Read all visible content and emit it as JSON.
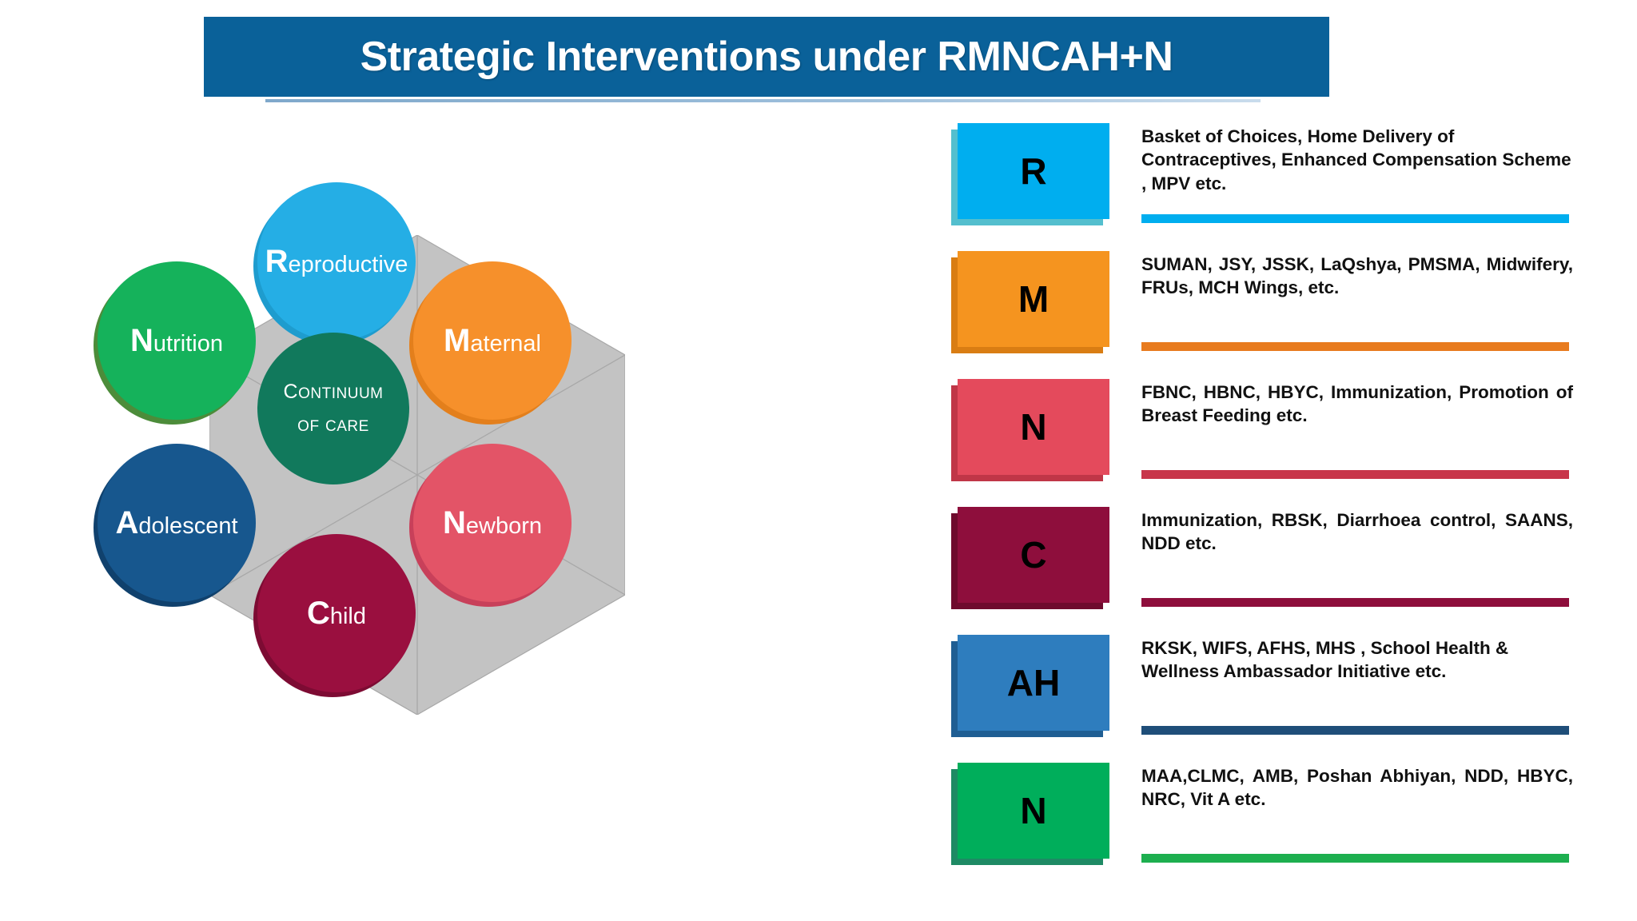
{
  "title": {
    "text": "Strategic Interventions under RMNCAH+N",
    "banner_color": "#0A6199"
  },
  "diagram": {
    "center": {
      "line1": "Continuum",
      "line2": "of care",
      "color": "#11795C"
    },
    "nodes": [
      {
        "id": "reproductive",
        "cap": "R",
        "rest": "eproductive",
        "color": "#25AEE5"
      },
      {
        "id": "maternal",
        "cap": "M",
        "rest": "aternal",
        "color": "#F6902B"
      },
      {
        "id": "newborn",
        "cap": "N",
        "rest": "ewborn",
        "color": "#E35467"
      },
      {
        "id": "child",
        "cap": "C",
        "rest": "hild",
        "color": "#9A0F3F"
      },
      {
        "id": "adolescent",
        "cap": "A",
        "rest": "dolescent",
        "color": "#17578E"
      },
      {
        "id": "nutrition",
        "cap": "N",
        "rest": "utrition",
        "color": "#15B25B"
      }
    ],
    "hex_fill": "#C3C3C3"
  },
  "legend": {
    "rows": [
      {
        "letter": "R",
        "text": "Basket of Choices, Home Delivery of Contraceptives, Enhanced Compensation Scheme , MPV etc.",
        "box_color": "#00AEEF",
        "shadow_color": "#54BFCE",
        "accent_color": "#00AEEF",
        "align": "left"
      },
      {
        "letter": "M",
        "text": "SUMAN, JSY, JSSK, LaQshya, PMSMA, Midwifery, FRUs, MCH Wings, etc.",
        "box_color": "#F5941F",
        "shadow_color": "#D97D13",
        "accent_color": "#E87B1E",
        "align": "justify"
      },
      {
        "letter": "N",
        "text": "FBNC, HBNC, HBYC, Immunization, Promotion of Breast Feeding etc.",
        "box_color": "#E44A5C",
        "shadow_color": "#C03647",
        "accent_color": "#C8354A",
        "align": "justify"
      },
      {
        "letter": "C",
        "text": "Immunization, RBSK, Diarrhoea control, SAANS, NDD etc.",
        "box_color": "#8E0E3C",
        "shadow_color": "#6E0A2D",
        "accent_color": "#8E0E3C",
        "align": "justify"
      },
      {
        "letter": "AH",
        "text": "RKSK, WIFS, AFHS, MHS , School Health & Wellness Ambassador Initiative etc.",
        "box_color": "#2E7DBE",
        "shadow_color": "#1F5E93",
        "accent_color": "#1F4E79",
        "align": "left"
      },
      {
        "letter": "N",
        "text": "MAA,CLMC, AMB, Poshan Abhiyan, NDD, HBYC, NRC, Vit A etc.",
        "box_color": "#00AE5B",
        "shadow_color": "#1E8A64",
        "accent_color": "#1DAF4F",
        "align": "justify"
      }
    ]
  }
}
